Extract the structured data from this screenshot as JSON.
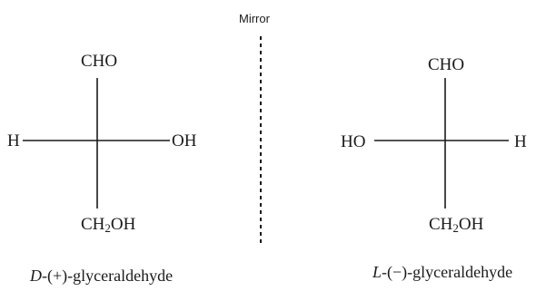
{
  "mirror": {
    "label": "Mirror"
  },
  "d_isomer": {
    "top": "CHO",
    "left": "H",
    "right": "OH",
    "bottom_main": "CH",
    "bottom_sub": "2",
    "bottom_tail": "OH",
    "name_prefix": "D",
    "name_rest": "-(+)-glyceraldehyde"
  },
  "l_isomer": {
    "top": "CHO",
    "left": "HO",
    "right": "H",
    "bottom_main": "CH",
    "bottom_sub": "2",
    "bottom_tail": "OH",
    "name_prefix": "L",
    "name_rest": "-(−)-glyceraldehyde"
  }
}
